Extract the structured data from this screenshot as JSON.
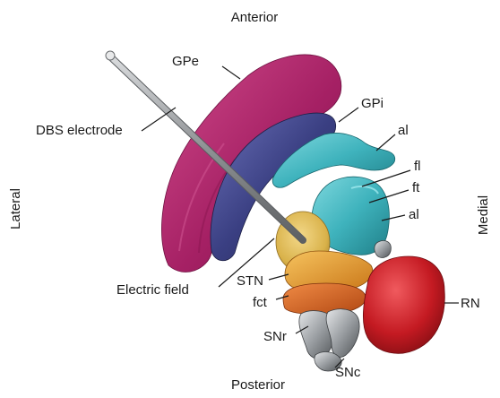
{
  "orientation": {
    "anterior": "Anterior",
    "posterior": "Posterior",
    "lateral": "Lateral",
    "medial": "Medial"
  },
  "labels": {
    "gpe": "GPe",
    "gpi": "GPi",
    "al_top": "al",
    "fl": "fl",
    "ft": "ft",
    "al_bottom": "al",
    "dbs_electrode": "DBS electrode",
    "electric_field": "Electric field",
    "stn": "STN",
    "fct": "fct",
    "rn": "RN",
    "snr": "SNr",
    "snc": "SNc"
  },
  "colors": {
    "gpe": "#b0286e",
    "gpi": "#3a3f82",
    "fiber_tracts": "#3fb3bd",
    "electric_field": "#d9b24a",
    "stn": "#e2962a",
    "fct": "#d8611f",
    "rn": "#c41a22",
    "sn": "#8e9296",
    "electrode": "#9a9da0"
  }
}
